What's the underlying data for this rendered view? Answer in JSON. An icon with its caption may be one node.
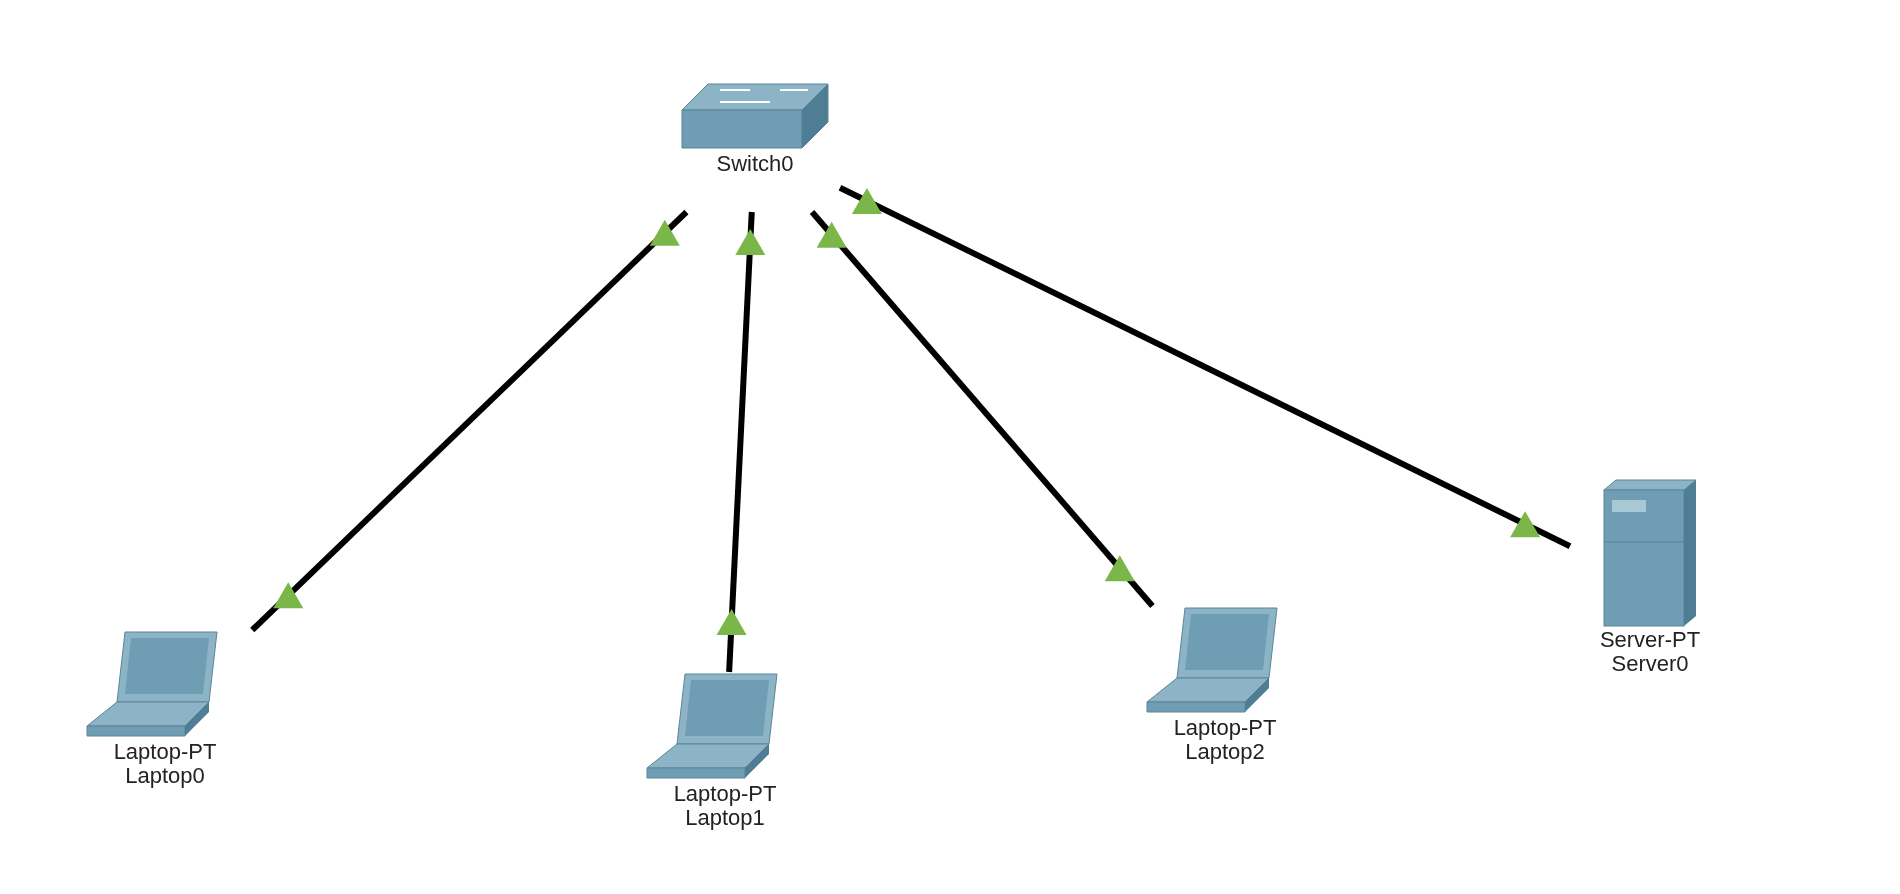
{
  "diagram": {
    "nodes": [
      {
        "text": [
          "Switch0"
        ]
      },
      {
        "text": [
          "Laptop-PT",
          "Laptop0"
        ]
      },
      {
        "text": [
          "Laptop-PT",
          "Laptop1"
        ]
      },
      {
        "text": [
          "Laptop-PT",
          "Laptop2"
        ]
      },
      {
        "text": [
          "Server-PT",
          "Server0"
        ]
      }
    ],
    "edges": [
      {
        "from": 0,
        "to": 1,
        "arrow": "other"
      },
      {
        "from": 0,
        "to": 2,
        "arrow": "other"
      },
      {
        "from": 0,
        "to": 3,
        "arrow": "other"
      },
      {
        "from": 0,
        "to": 4,
        "arrow": "other"
      }
    ]
  }
}
